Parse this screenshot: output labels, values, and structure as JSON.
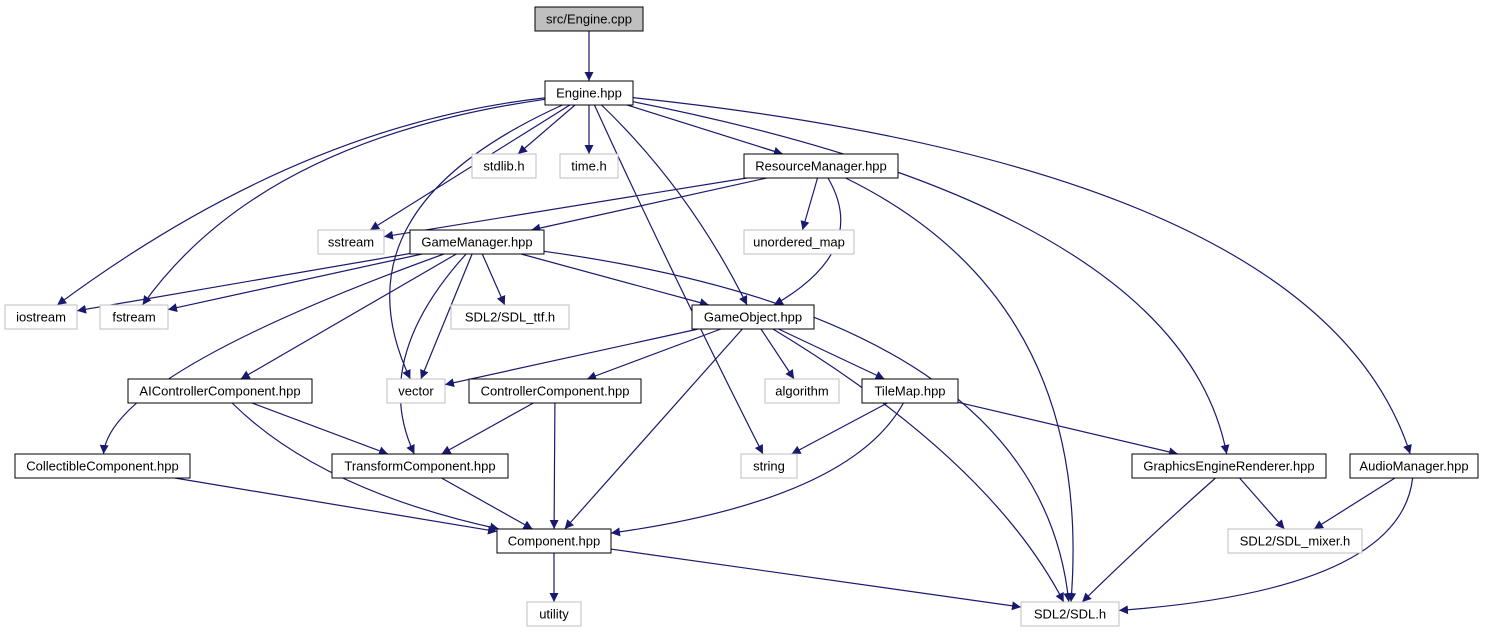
{
  "colors": {
    "edge": "#191970",
    "root_fill": "#bfbfbf",
    "file_border": "#000000",
    "ext_border": "#bfbfbf",
    "background": "#ffffff"
  },
  "nodes": [
    {
      "id": "engine_cpp",
      "label": "src/Engine.cpp",
      "kind": "root"
    },
    {
      "id": "engine_hpp",
      "label": "Engine.hpp",
      "kind": "file"
    },
    {
      "id": "stdlib",
      "label": "stdlib.h",
      "kind": "ext"
    },
    {
      "id": "time",
      "label": "time.h",
      "kind": "ext"
    },
    {
      "id": "resmgr",
      "label": "ResourceManager.hpp",
      "kind": "file"
    },
    {
      "id": "sstream",
      "label": "sstream",
      "kind": "ext"
    },
    {
      "id": "gamemgr",
      "label": "GameManager.hpp",
      "kind": "file"
    },
    {
      "id": "unordered_map",
      "label": "unordered_map",
      "kind": "ext"
    },
    {
      "id": "iostream",
      "label": "iostream",
      "kind": "ext"
    },
    {
      "id": "fstream",
      "label": "fstream",
      "kind": "ext"
    },
    {
      "id": "sdl_ttf",
      "label": "SDL2/SDL_ttf.h",
      "kind": "ext"
    },
    {
      "id": "gameobj",
      "label": "GameObject.hpp",
      "kind": "file"
    },
    {
      "id": "aictrl",
      "label": "AIControllerComponent.hpp",
      "kind": "file"
    },
    {
      "id": "vector",
      "label": "vector",
      "kind": "ext"
    },
    {
      "id": "ctrl",
      "label": "ControllerComponent.hpp",
      "kind": "file"
    },
    {
      "id": "algorithm",
      "label": "algorithm",
      "kind": "ext"
    },
    {
      "id": "tilemap",
      "label": "TileMap.hpp",
      "kind": "file"
    },
    {
      "id": "collect",
      "label": "CollectibleComponent.hpp",
      "kind": "file"
    },
    {
      "id": "transform",
      "label": "TransformComponent.hpp",
      "kind": "file"
    },
    {
      "id": "string",
      "label": "string",
      "kind": "ext"
    },
    {
      "id": "gfx",
      "label": "GraphicsEngineRenderer.hpp",
      "kind": "file"
    },
    {
      "id": "audio",
      "label": "AudioManager.hpp",
      "kind": "file"
    },
    {
      "id": "sdl_mixer",
      "label": "SDL2/SDL_mixer.h",
      "kind": "ext"
    },
    {
      "id": "component",
      "label": "Component.hpp",
      "kind": "file"
    },
    {
      "id": "utility",
      "label": "utility",
      "kind": "ext"
    },
    {
      "id": "sdl",
      "label": "SDL2/SDL.h",
      "kind": "ext"
    }
  ],
  "edges": [
    [
      "engine_cpp",
      "engine_hpp"
    ],
    [
      "engine_hpp",
      "iostream"
    ],
    [
      "engine_hpp",
      "fstream"
    ],
    [
      "engine_hpp",
      "sstream"
    ],
    [
      "engine_hpp",
      "vector"
    ],
    [
      "engine_hpp",
      "stdlib"
    ],
    [
      "engine_hpp",
      "time"
    ],
    [
      "engine_hpp",
      "string"
    ],
    [
      "engine_hpp",
      "gameobj"
    ],
    [
      "engine_hpp",
      "resmgr"
    ],
    [
      "engine_hpp",
      "gfx"
    ],
    [
      "engine_hpp",
      "audio"
    ],
    [
      "resmgr",
      "sstream"
    ],
    [
      "resmgr",
      "gamemgr"
    ],
    [
      "resmgr",
      "unordered_map"
    ],
    [
      "resmgr",
      "gameobj"
    ],
    [
      "resmgr",
      "sdl"
    ],
    [
      "gamemgr",
      "iostream"
    ],
    [
      "gamemgr",
      "fstream"
    ],
    [
      "gamemgr",
      "collect"
    ],
    [
      "gamemgr",
      "aictrl"
    ],
    [
      "gamemgr",
      "transform"
    ],
    [
      "gamemgr",
      "vector"
    ],
    [
      "gamemgr",
      "sdl_ttf"
    ],
    [
      "gamemgr",
      "gameobj"
    ],
    [
      "gamemgr",
      "sdl"
    ],
    [
      "gameobj",
      "vector"
    ],
    [
      "gameobj",
      "ctrl"
    ],
    [
      "gameobj",
      "component"
    ],
    [
      "gameobj",
      "algorithm"
    ],
    [
      "gameobj",
      "tilemap"
    ],
    [
      "gameobj",
      "sdl"
    ],
    [
      "aictrl",
      "transform"
    ],
    [
      "aictrl",
      "component"
    ],
    [
      "ctrl",
      "transform"
    ],
    [
      "ctrl",
      "component"
    ],
    [
      "tilemap",
      "string"
    ],
    [
      "tilemap",
      "component"
    ],
    [
      "tilemap",
      "gfx"
    ],
    [
      "collect",
      "component"
    ],
    [
      "transform",
      "component"
    ],
    [
      "gfx",
      "sdl_mixer"
    ],
    [
      "gfx",
      "sdl"
    ],
    [
      "audio",
      "sdl_mixer"
    ],
    [
      "audio",
      "sdl"
    ],
    [
      "component",
      "utility"
    ],
    [
      "component",
      "sdl"
    ]
  ]
}
